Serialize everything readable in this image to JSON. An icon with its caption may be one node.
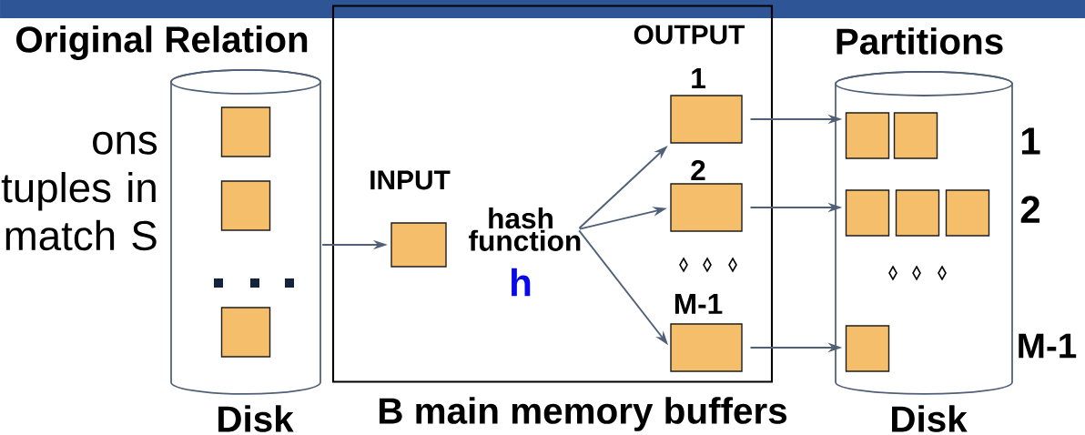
{
  "diagram": {
    "nodes": [
      {
        "text": [
          "Original Relation"
        ],
        "beside": [
          "Disk"
        ]
      },
      {
        "text": [],
        "shape": "box",
        "in": 0
      },
      {
        "text": [],
        "shape": "box",
        "in": 0
      },
      {
        "text": [],
        "shape": "box",
        "in": 0
      },
      {
        "text": [],
        "shape": "box",
        "beside": [
          "B main memory buffers"
        ]
      },
      {
        "text": [
          "INPUT"
        ],
        "in": 4
      },
      {
        "text": [
          "hash function",
          "h"
        ],
        "in": 4
      },
      {
        "text": [
          "1"
        ],
        "in": 4
      },
      {
        "text": [
          "2"
        ],
        "in": 4
      },
      {
        "text": [
          "M-1"
        ],
        "in": 4
      },
      {
        "text": [
          "Partitions"
        ],
        "beside": [
          "Disk"
        ]
      },
      {
        "text": [],
        "shape": "box",
        "in": 10
      },
      {
        "text": [],
        "shape": "box",
        "in": 10
      },
      {
        "text": [],
        "shape": "box",
        "in": 10
      },
      {
        "text": [],
        "shape": "box",
        "in": 10
      },
      {
        "text": [],
        "shape": "box",
        "in": 10
      },
      {
        "text": [],
        "shape": "box",
        "in": 10
      }
    ],
    "edges": [
      {
        "from": 0,
        "to": 5,
        "arrow": "to"
      },
      {
        "from": 6,
        "to": 7,
        "arrow": "to"
      },
      {
        "from": 6,
        "to": 8,
        "arrow": "to"
      },
      {
        "from": 6,
        "to": 9,
        "arrow": "to"
      },
      {
        "from": 7,
        "to": 11,
        "arrow": "to"
      },
      {
        "from": 8,
        "to": 13,
        "arrow": "to"
      },
      {
        "from": 9,
        "to": 16,
        "arrow": "to"
      }
    ],
    "labels": [
      "ons tuples in match S",
      "OUTPUT",
      "1",
      "2",
      "M-1"
    ]
  }
}
